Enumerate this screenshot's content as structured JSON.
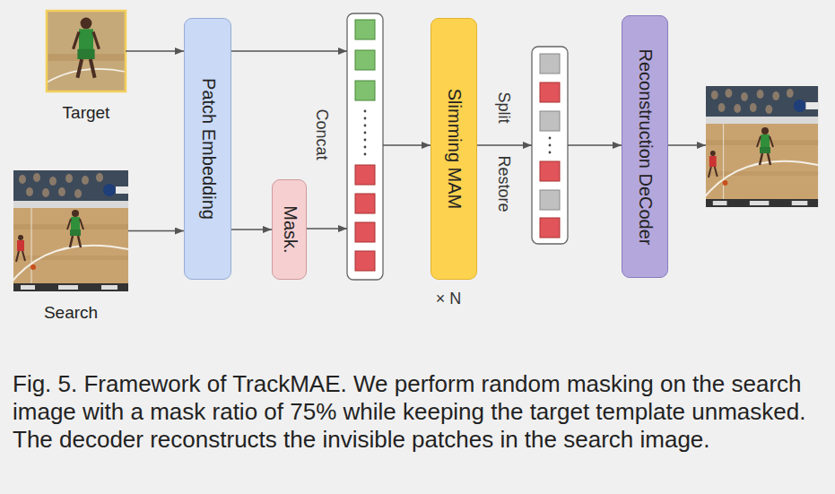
{
  "diagram": {
    "caption": "Fig. 5. Framework of TrackMAE. We perform random masking on the search image with a mask ratio of 75% while keeping the target template unmasked. The decoder reconstructs the invisible patches in the search image.",
    "nodes": [
      {
        "text": [
          "Target"
        ]
      },
      {
        "text": [
          "Search"
        ]
      },
      {
        "text": [
          "Patch Embedding"
        ]
      },
      {
        "text": [
          "Mask."
        ]
      },
      {
        "text": [
          "Slimming MAM"
        ]
      },
      {
        "text": [
          "Reconstruction DeCoder"
        ]
      }
    ],
    "edges": [
      {
        "from": 0,
        "to": 2,
        "arrow": "to"
      },
      {
        "from": 1,
        "to": 2,
        "arrow": "to"
      },
      {
        "from": 2,
        "to": 3,
        "arrow": "to"
      }
    ],
    "labels": [
      "Concat",
      "Split",
      "Restore",
      "× N"
    ]
  }
}
